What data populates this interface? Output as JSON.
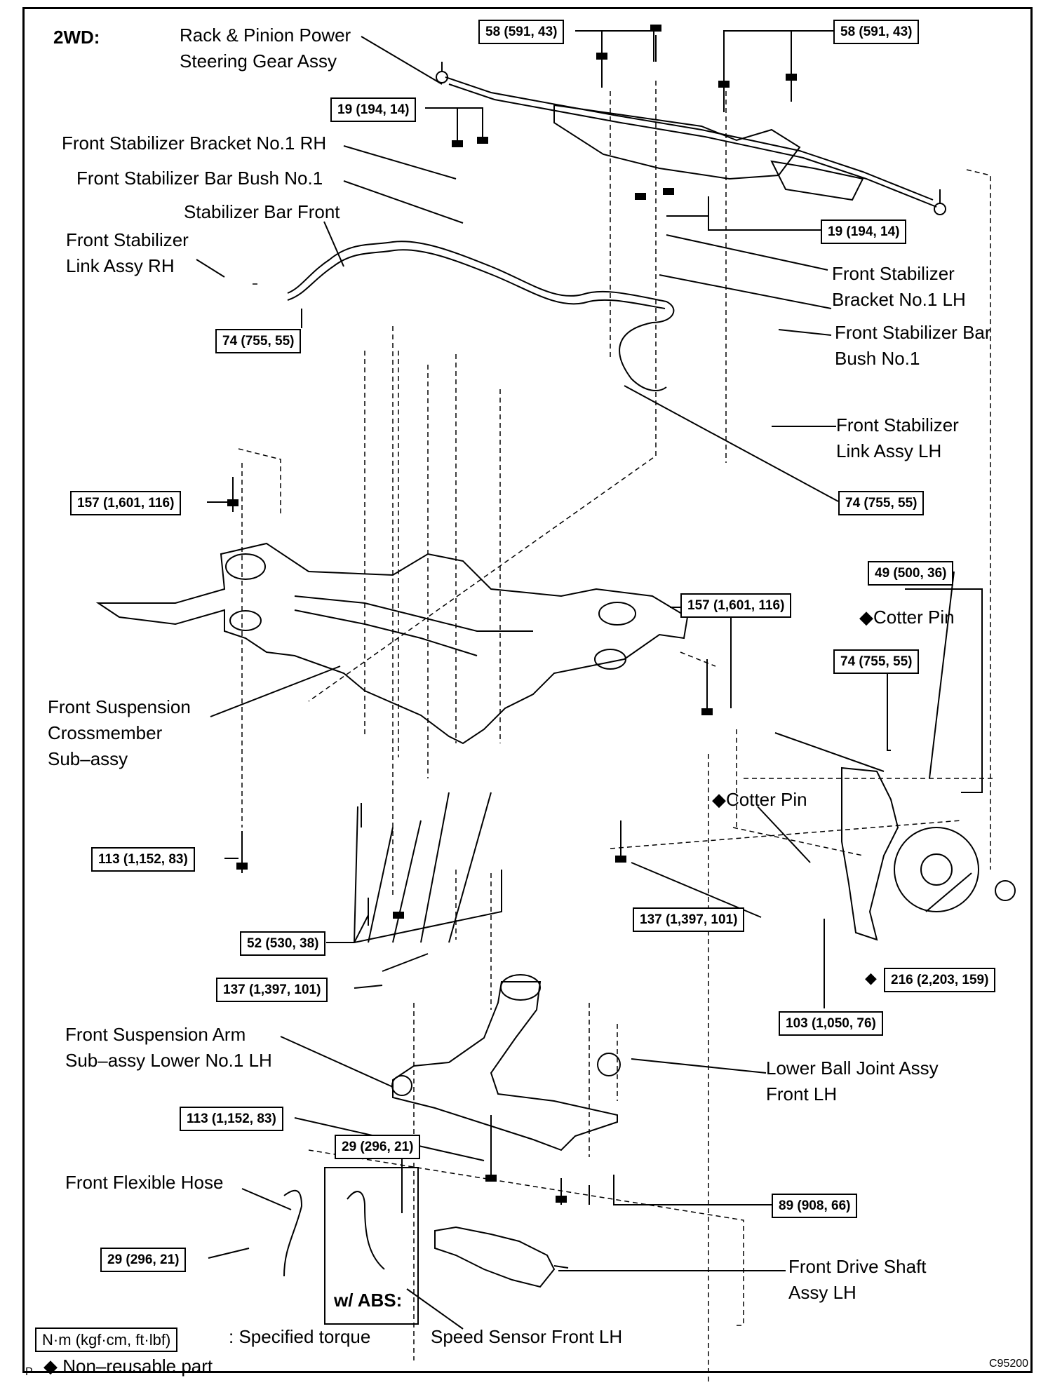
{
  "header": {
    "variant": "2WD:"
  },
  "parts": {
    "rack_pinion": "Rack & Pinion Power\nSteering Gear Assy",
    "bracket_rh": "Front Stabilizer Bracket No.1 RH",
    "bush_rh": "Front Stabilizer Bar Bush No.1",
    "stab_bar": "Stabilizer Bar Front",
    "link_rh": "Front Stabilizer\nLink Assy RH",
    "bracket_lh": "Front Stabilizer\nBracket No.1 LH",
    "bush_lh": "Front Stabilizer Bar\nBush No.1",
    "link_lh": "Front Stabilizer\nLink Assy LH",
    "cotter_pin_right": "◆Cotter Pin",
    "crossmember": "Front Suspension\nCrossmember\nSub–assy",
    "cotter_pin_center": "◆Cotter Pin",
    "lower_arm": "Front Suspension Arm\nSub–assy Lower No.1 LH",
    "ball_joint": "Lower Ball Joint Assy\nFront LH",
    "flex_hose": "Front Flexible Hose",
    "drive_shaft": "Front Drive Shaft\nAssy LH",
    "speed_sensor": "Speed Sensor Front LH",
    "abs": "w/ ABS:"
  },
  "torques": {
    "t58_left": "58 (591, 43)",
    "t58_right": "58 (591, 43)",
    "t19_top": "19 (194, 14)",
    "t19_right": "19 (194, 14)",
    "t74_left": "74 (755, 55)",
    "t74_right": "74 (755, 55)",
    "t157_left": "157 (1,601, 116)",
    "t157_right": "157 (1,601, 116)",
    "t49": "49 (500, 36)",
    "t74_knuckle": "74 (755, 55)",
    "t113_upper": "113 (1,152, 83)",
    "t137_right": "137 (1,397, 101)",
    "t52": "52 (530, 38)",
    "t137_left": "137 (1,397, 101)",
    "t216": "216 (2,203, 159)",
    "t103": "103 (1,050, 76)",
    "t113_lower": "113 (1,152, 83)",
    "t29_top": "29 (296, 21)",
    "t89": "89 (908, 66)",
    "t29_left": "29 (296, 21)"
  },
  "legend": {
    "unit_box": "N·m (kgf·cm, ft·lbf)",
    "unit_text": ": Specified torque",
    "nonreuse": "◆ Non–reusable part",
    "p_mark": "P",
    "code": "C95200",
    "diamond_216": "◆"
  }
}
